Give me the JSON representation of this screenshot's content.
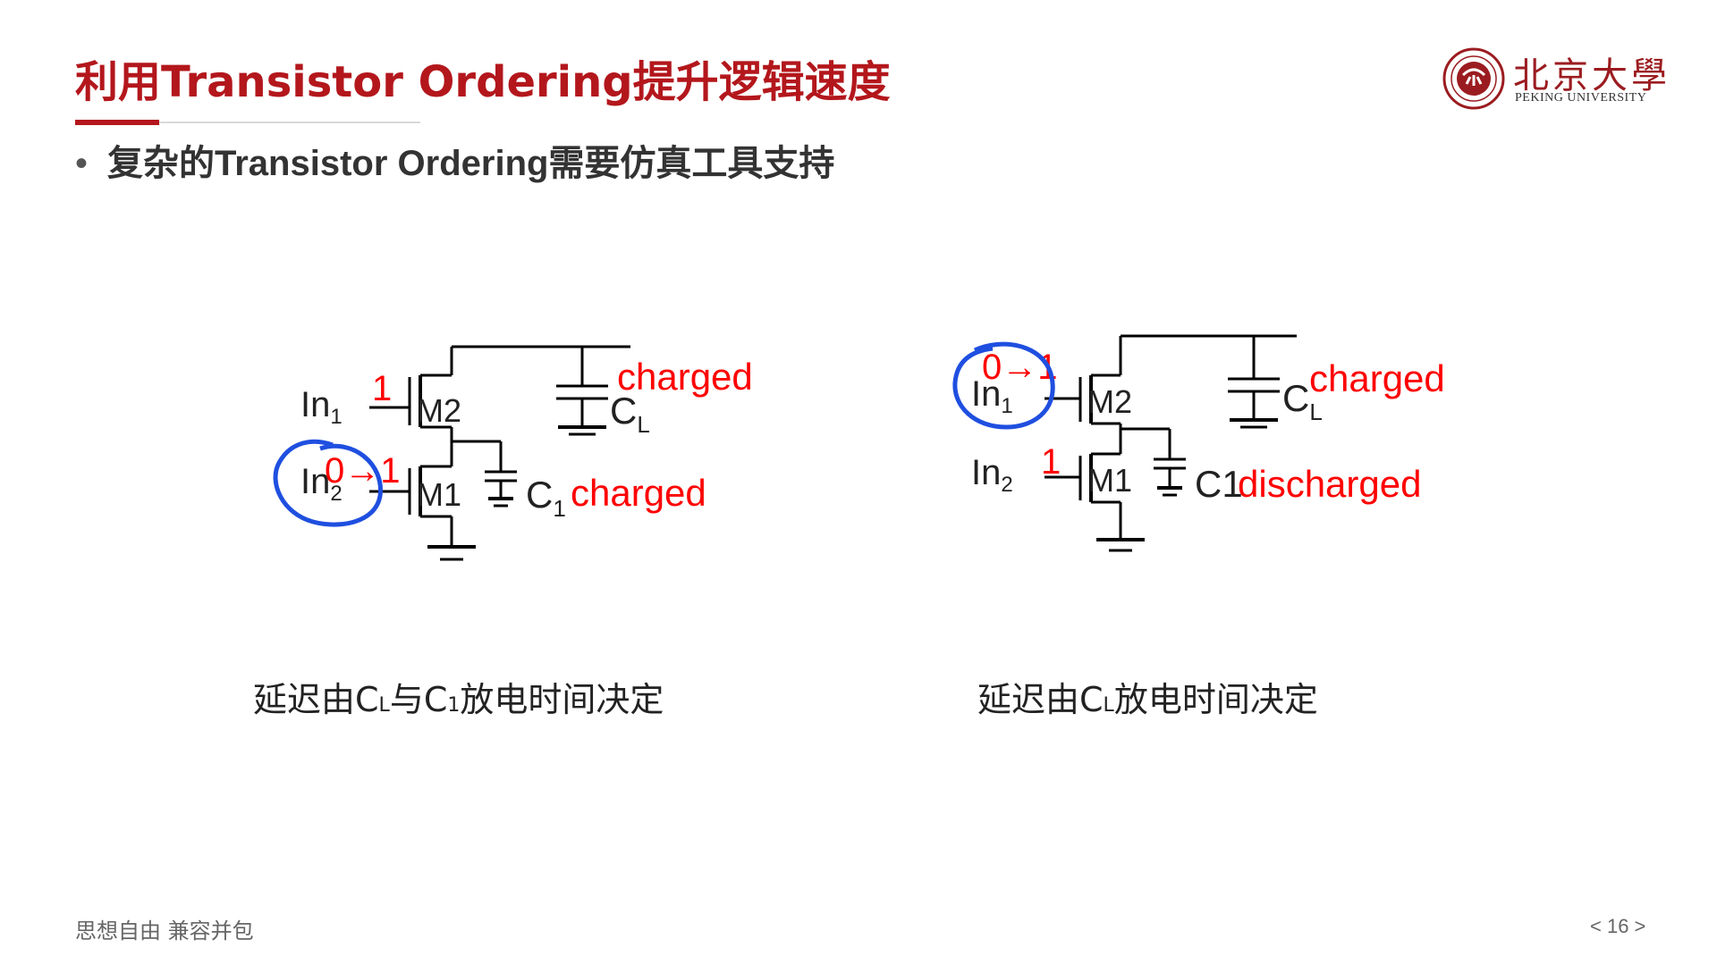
{
  "slide": {
    "title": "利用Transistor Ordering提升逻辑速度",
    "bullet": "复杂的Transistor Ordering需要仿真工具支持",
    "logo": {
      "cn": "北京大學",
      "en": "PEKING UNIVERSITY"
    },
    "footer": {
      "motto": "思想自由 兼容并包",
      "page": "< 16 >"
    },
    "colors": {
      "accent": "#b3171c",
      "red_label": "#ff0000",
      "annotation_blue": "#1f4fe0"
    }
  },
  "left_circuit": {
    "in1": "In",
    "in1_sub": "1",
    "in1_value": "1",
    "in2": "In",
    "in2_sub": "2",
    "in2_value": "0→1",
    "m_top": "M2",
    "m_bottom": "M1",
    "cl": "C",
    "cl_sub": "L",
    "cl_state": "charged",
    "c1": "C",
    "c1_sub": "1",
    "c1_state": "charged",
    "caption": {
      "pre": "延迟由C",
      "sub1": "L",
      "mid": "与C",
      "sub2": "1",
      "post": "放电时间决定"
    }
  },
  "right_circuit": {
    "in1": "In",
    "in1_sub": "1",
    "in1_value": "0→1",
    "in2": "In",
    "in2_sub": "2",
    "in2_value": "1",
    "m_top": "M2",
    "m_bottom": "M1",
    "cl": "C",
    "cl_sub": "L",
    "cl_state": "charged",
    "c1": "C1",
    "c1_state": "discharged",
    "caption": {
      "pre": "延迟由C",
      "sub1": "L",
      "post": "放电时间决定"
    }
  }
}
